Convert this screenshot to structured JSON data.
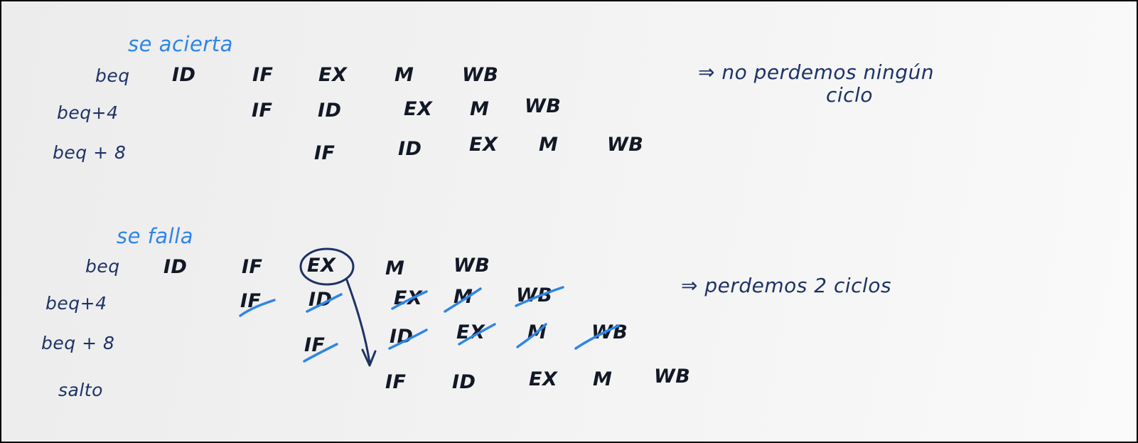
{
  "section_hit": {
    "heading": "se acierta",
    "rows": [
      {
        "label": "beq",
        "stages": [
          "ID",
          "IF",
          "EX",
          "M",
          "WB"
        ]
      },
      {
        "label": "beq+4",
        "stages": [
          "IF",
          "ID",
          "EX",
          "M",
          "WB"
        ]
      },
      {
        "label": "beq + 8",
        "stages": [
          "IF",
          "ID",
          "EX",
          "M",
          "WB"
        ]
      }
    ],
    "note_line1": "⇒ no perdemos ningún",
    "note_line2": "ciclo"
  },
  "section_miss": {
    "heading": "se falla",
    "rows": [
      {
        "label": "beq",
        "stages": [
          "ID",
          "IF",
          "EX",
          "M",
          "WB"
        ]
      },
      {
        "label": "beq+4",
        "stages": [
          "IF",
          "ID",
          "EX",
          "M",
          "WB"
        ]
      },
      {
        "label": "beq + 8",
        "stages": [
          "IF",
          "ID",
          "EX",
          "M",
          "WB"
        ]
      },
      {
        "label": "salto",
        "stages": [
          "IF",
          "ID",
          "EX",
          "M",
          "WB"
        ]
      }
    ],
    "note": "⇒ perdemos 2 ciclos"
  },
  "colors": {
    "heading_ink": "#2f86e6",
    "label_ink": "#1d3266",
    "stage_ink": "#121826",
    "strike_ink": "#2f86e6"
  }
}
